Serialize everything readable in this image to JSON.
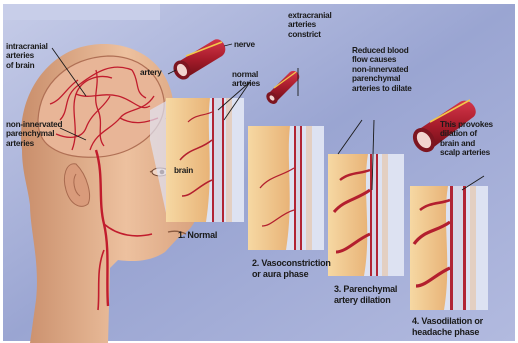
{
  "labels": {
    "intracranial": "intracranial\narteries\nof brain",
    "non_innervated": "non-innervated\nparenchymal\narteries",
    "brain": "brain",
    "artery": "artery",
    "nerve": "nerve",
    "normal_arteries": "normal\narteries",
    "extracranial": "extracranial\narteries\nconstrict",
    "reduced_flow": "Reduced blood\nflow causes\nnon-innervated\nparenchymal\narteries to dilate",
    "provokes": "This provokes\ndilation of\nbrain and\nscalp arteries"
  },
  "stages": [
    {
      "caption": "1. Normal"
    },
    {
      "caption": "2. Vasoconstriction\nor aura phase"
    },
    {
      "caption": "3. Parenchymal\nartery dilation"
    },
    {
      "caption": "4. Vasodilation or\nheadache phase"
    }
  ],
  "colors": {
    "panel_bg": "#9fa9d4",
    "skin": "#e6b38f",
    "brain_tissue": "#f0c78a",
    "artery_red": "#b32033",
    "vessel_dark": "#8c1a22"
  }
}
